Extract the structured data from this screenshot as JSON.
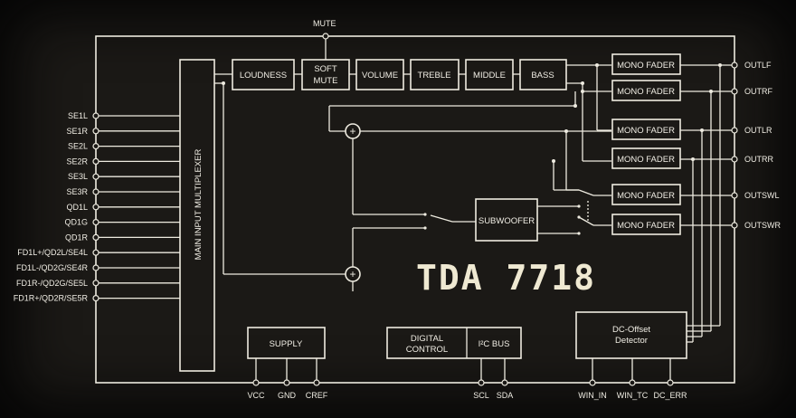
{
  "chip_label": "TDA 7718",
  "top_pin": "MUTE",
  "mux_label": "MAIN INPUT MULTIPLEXER",
  "inputs": [
    "SE1L",
    "SE1R",
    "SE2L",
    "SE2R",
    "SE3L",
    "SE3R",
    "QD1L",
    "QD1G",
    "QD1R",
    "FD1L+/QD2L/SE4L",
    "FD1L-/QD2G/SE4R",
    "FD1R-/QD2G/SE5L",
    "FD1R+/QD2R/SE5R"
  ],
  "chain": {
    "loudness": "LOUDNESS",
    "soft_mute_1": "SOFT",
    "soft_mute_2": "MUTE",
    "volume": "VOLUME",
    "treble": "TREBLE",
    "middle": "MIDDLE",
    "bass": "BASS"
  },
  "faders": [
    "MONO FADER",
    "MONO FADER",
    "MONO FADER",
    "MONO FADER",
    "MONO FADER",
    "MONO FADER"
  ],
  "outputs": [
    "OUTLF",
    "OUTRF",
    "OUTLR",
    "OUTRR",
    "OUTSWL",
    "OUTSWR"
  ],
  "subwoofer": "SUBWOOFER",
  "supply": {
    "label": "SUPPLY",
    "pins": [
      "VCC",
      "GND",
      "CREF"
    ]
  },
  "digital": {
    "label_1": "DIGITAL",
    "label_2": "CONTROL",
    "bus_label": "BUS",
    "bus_sup": "I²C BUS"
  },
  "bus_pins": [
    "SCL",
    "SDA"
  ],
  "dc": {
    "label_1": "DC-Offset",
    "label_2": "Detector",
    "pins": [
      "WIN_IN",
      "WIN_TC",
      "DC_ERR"
    ]
  }
}
